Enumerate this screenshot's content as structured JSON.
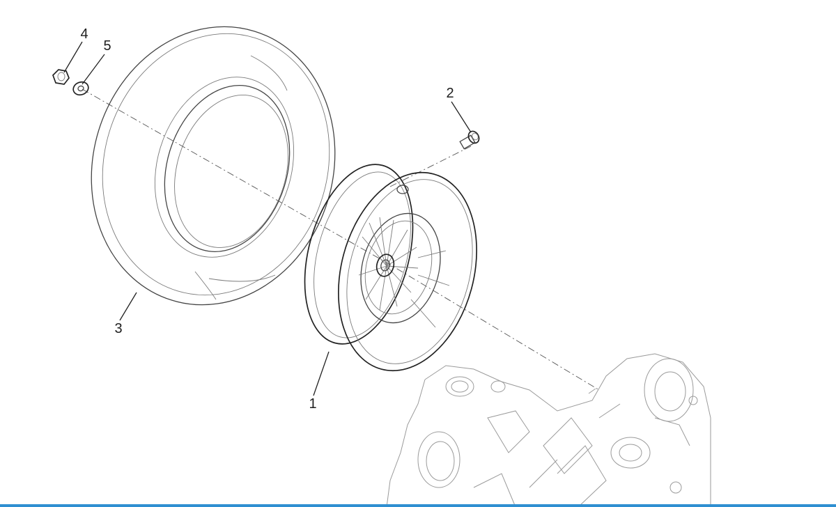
{
  "callouts": {
    "c1": "1",
    "c2": "2",
    "c3": "3",
    "c4": "4",
    "c5": "5"
  },
  "colors": {
    "line": "#222222",
    "ghost": "#9a9a9a",
    "accent_bar": "#2f8fd1"
  }
}
